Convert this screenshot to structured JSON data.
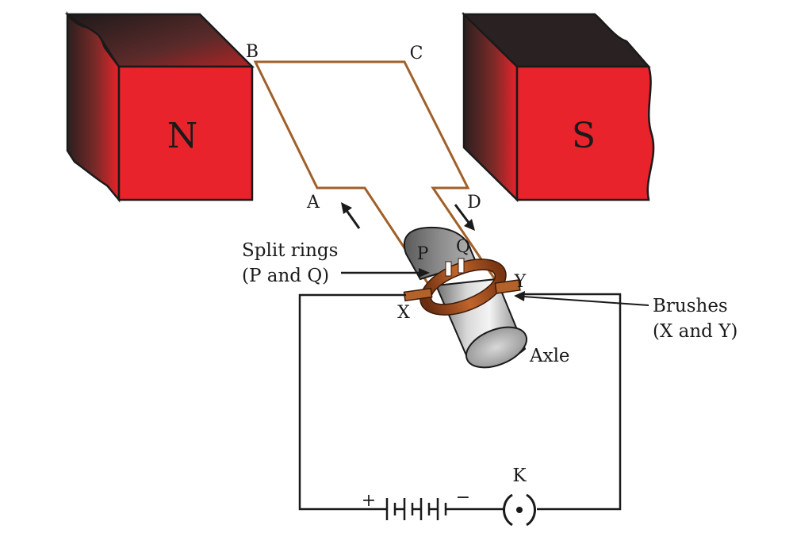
{
  "magnets": {
    "north": "N",
    "south": "S"
  },
  "coil_points": {
    "a": "A",
    "b": "B",
    "c": "C",
    "d": "D"
  },
  "split_rings": {
    "line1": "Split rings",
    "line2": "(P and Q)",
    "p": "P",
    "q": "Q"
  },
  "brushes": {
    "line1": "Brushes",
    "line2": "(X and Y)",
    "x": "X",
    "y": "Y"
  },
  "axle": "Axle",
  "battery": {
    "positive": "+",
    "negative": "−"
  },
  "key": "K",
  "colors": {
    "magnet_red": "#e8232b",
    "coil_wire": "#a0602a",
    "ring_copper": "#a8521e",
    "axle_grey": "#a9a9a9",
    "circuit_line": "#1a1a1a"
  }
}
